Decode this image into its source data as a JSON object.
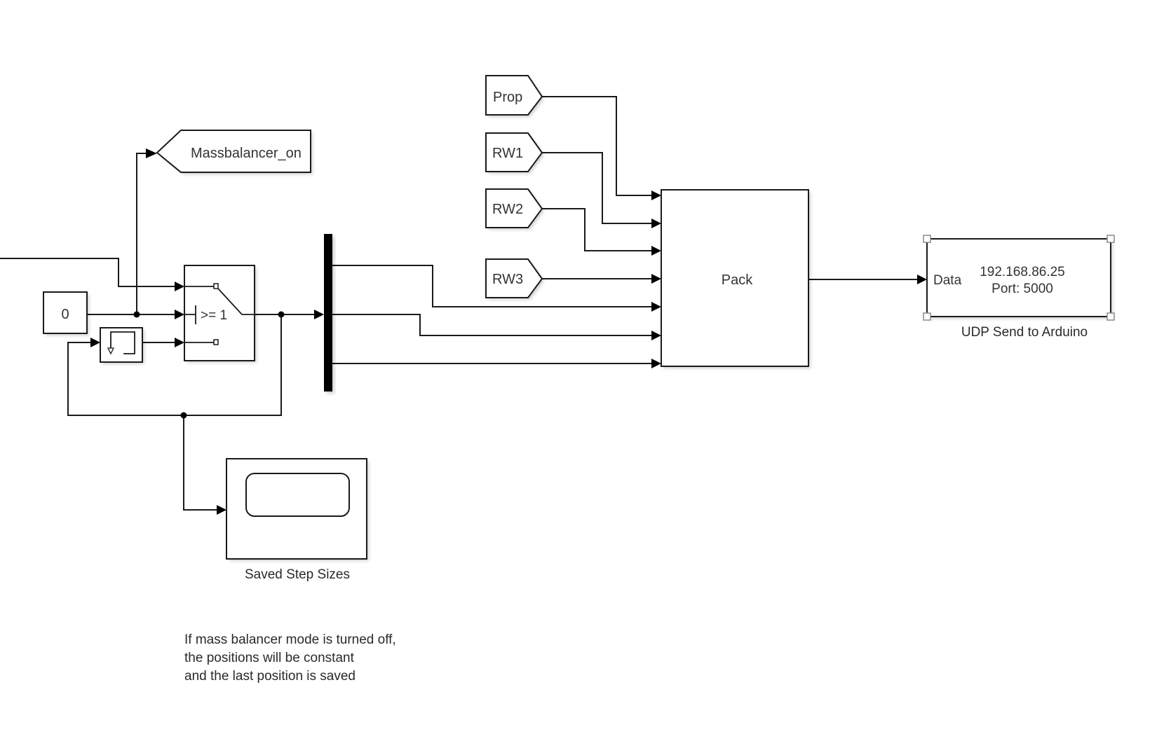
{
  "blocks": {
    "constant": {
      "value": "0"
    },
    "goto_massbalancer": {
      "tag": "Massbalancer_on"
    },
    "switch": {
      "criteria": ">= 1"
    },
    "memory": {
      "icon": "memory-loop-icon"
    },
    "from_prop": {
      "tag": "Prop"
    },
    "from_rw1": {
      "tag": "RW1"
    },
    "from_rw2": {
      "tag": "RW2"
    },
    "from_rw3": {
      "tag": "RW3"
    },
    "pack": {
      "label": "Pack"
    },
    "udp_send": {
      "port_label": "Data",
      "address": "192.168.86.25",
      "port": "Port: 5000",
      "name": "UDP Send to Arduino",
      "selected": true
    },
    "display": {
      "name": "Saved Step Sizes"
    }
  },
  "annotation": {
    "lines": [
      "If mass balancer mode is turned off,",
      "the positions will be constant",
      "and the last position is saved"
    ]
  }
}
